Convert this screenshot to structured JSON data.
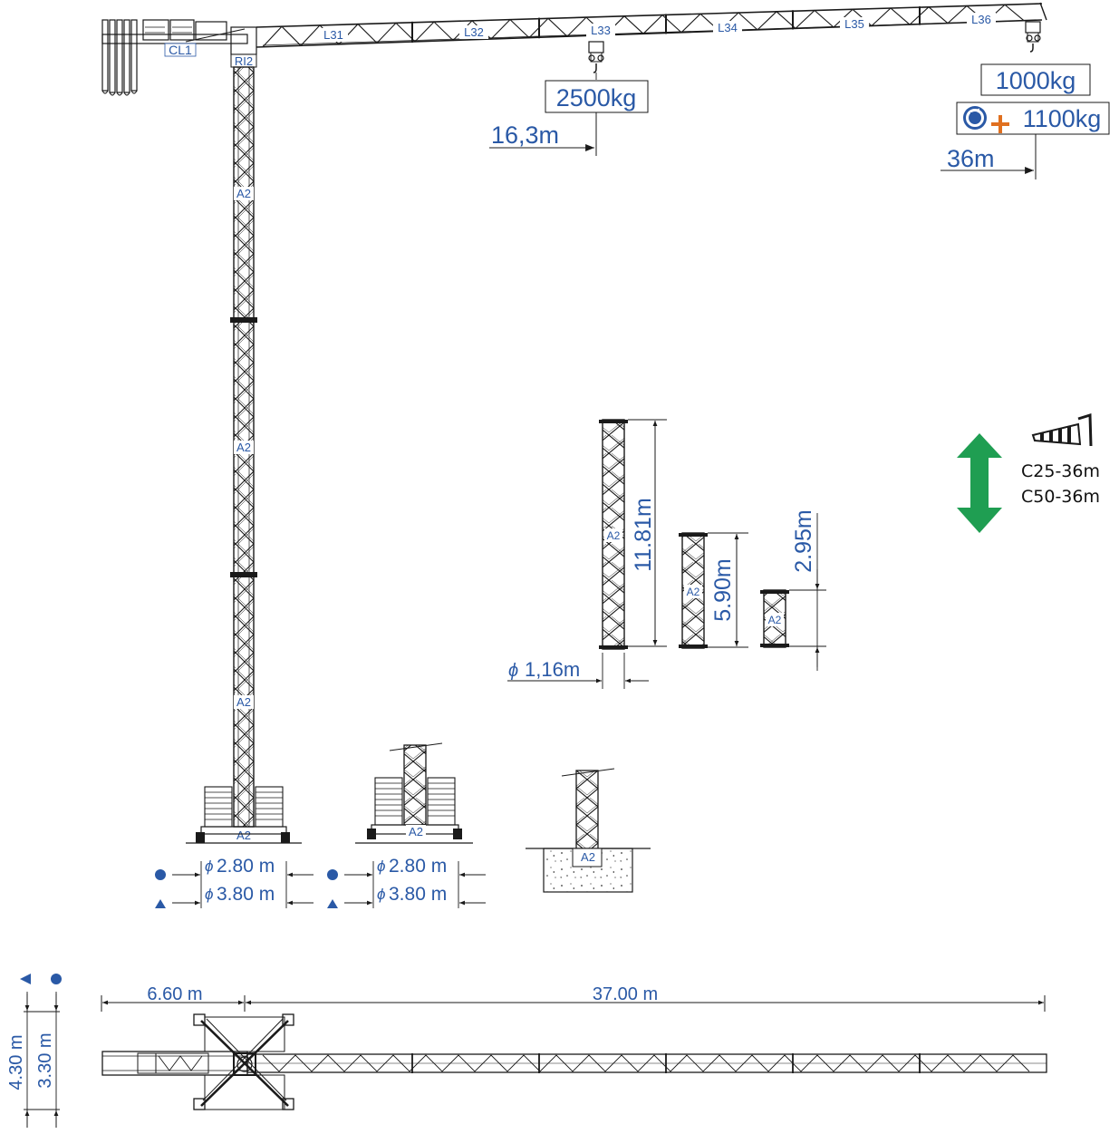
{
  "colors": {
    "label_blue": "#2a59a6",
    "line": "#1a1a1a",
    "telescope_green": "#1f9e52",
    "orange_plus": "#e0701f",
    "white": "#ffffff"
  },
  "jib_sections": [
    "L31",
    "L32",
    "L33",
    "L34",
    "L35",
    "L36"
  ],
  "counter_jib_label": "CL1",
  "tower_head_label": "RI2",
  "mast_section_label": "A2",
  "load_mid": {
    "weight": "2500kg",
    "radius": "16,3m"
  },
  "load_tip": {
    "weight": "1000kg",
    "weight_plus": "1100kg",
    "radius": "36m"
  },
  "wind": {
    "icon": "windsock-icon",
    "classes": [
      "C25-36m",
      "C50-36m"
    ]
  },
  "telescope_icon": "double-arrow-icon",
  "sections": {
    "lengths": [
      "11.81m",
      "5.90m",
      "2.95m"
    ],
    "width": "1,16m",
    "phi": "ϕ"
  },
  "bases": {
    "inner": "2.80 m",
    "outer": "3.80 m",
    "phi": "ϕ",
    "circle_icon": "circle-marker-icon",
    "triangle_icon": "triangle-marker-icon"
  },
  "plan": {
    "counter_jib_length": "6.60 m",
    "jib_length": "37.00 m",
    "width_outer": "4.30 m",
    "width_inner": "3.30 m"
  }
}
